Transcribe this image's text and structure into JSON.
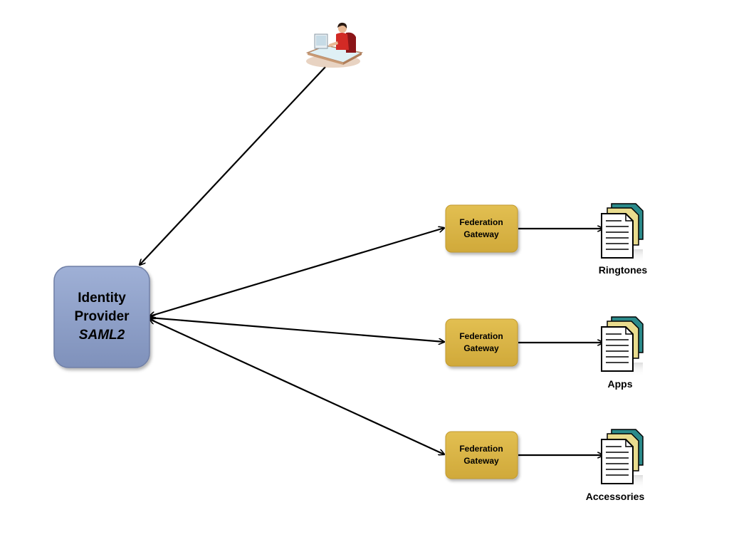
{
  "identity_provider": {
    "line1": "Identity",
    "line2": "Provider",
    "protocol": "SAML2",
    "fill_color": "#8e9fc6"
  },
  "user": {
    "icon": "user-at-desk-icon"
  },
  "gateways": [
    {
      "line1": "Federation",
      "line2": "Gateway",
      "resource_label": "Ringtones"
    },
    {
      "line1": "Federation",
      "line2": "Gateway",
      "resource_label": "Apps"
    },
    {
      "line1": "Federation",
      "line2": "Gateway",
      "resource_label": "Accessories"
    }
  ],
  "colors": {
    "gateway_fill": "#d9b443",
    "doc_back": "#2b8a8a",
    "doc_middle": "#e9dc8e",
    "doc_front": "#ffffff"
  }
}
